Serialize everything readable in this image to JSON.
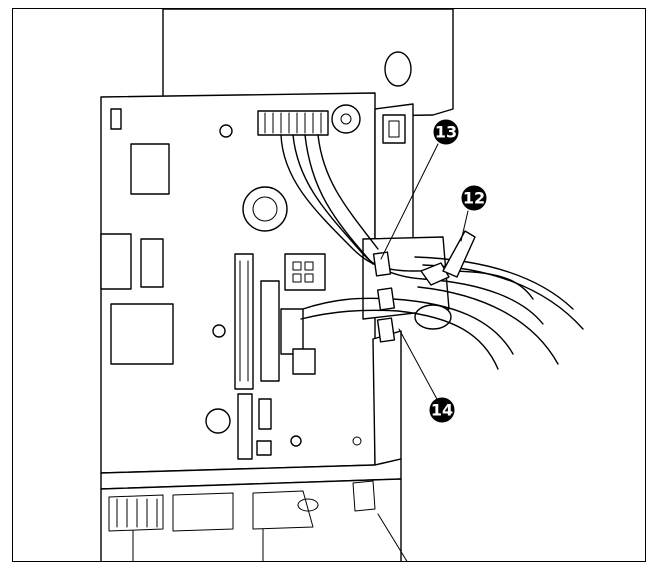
{
  "callouts": [
    {
      "id": "12",
      "label": "⓬"
    },
    {
      "id": "13",
      "label": "⓭"
    },
    {
      "id": "14",
      "label": "⓮"
    }
  ],
  "colors": {
    "ink": "#000000",
    "paper": "#ffffff"
  }
}
